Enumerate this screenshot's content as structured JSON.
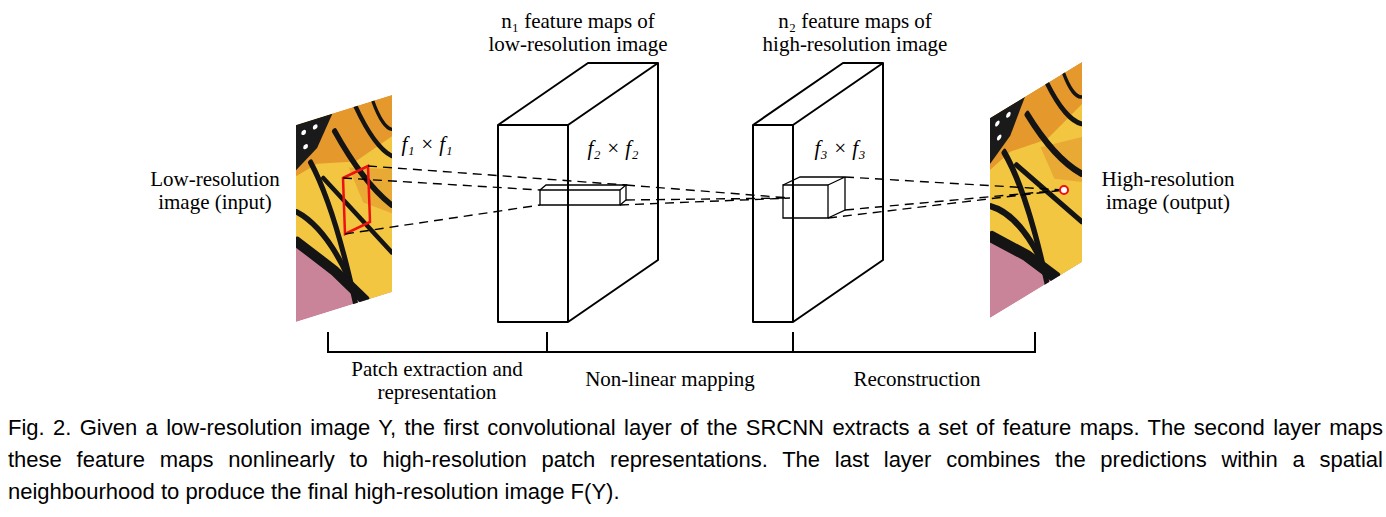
{
  "diagram": {
    "caption": "Fig. 2. Given a low-resolution image Y, the first convolutional layer of the SRCNN extracts a set of feature maps. The second layer maps these feature maps nonlinearly to high-resolution patch representations. The last layer combines the predictions within a spatial neighbourhood to produce the final high-resolution image F(Y).",
    "nodes": [
      {
        "text": [
          "Low-resolution image (input)"
        ]
      },
      {
        "text": [
          "n₁ feature maps of low-resolution image",
          "f₂ × f₂"
        ]
      },
      {
        "text": [
          "n₂ feature maps of high-resolution image",
          "f₃ × f₃"
        ]
      },
      {
        "text": [
          "High-resolution image (output)"
        ]
      }
    ],
    "edges": [
      {
        "from": 0,
        "to": 1,
        "arrow": "none"
      },
      {
        "from": 1,
        "to": 2,
        "arrow": "none"
      },
      {
        "from": 2,
        "to": 3,
        "arrow": "none"
      }
    ],
    "labels": [
      "f₁ × f₁",
      "Patch extraction and representation",
      "Non-linear mapping",
      "Reconstruction"
    ]
  }
}
